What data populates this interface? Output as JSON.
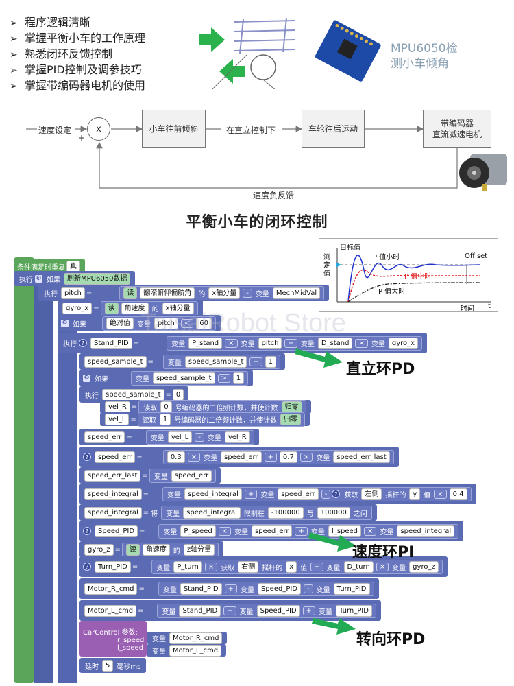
{
  "bullets": [
    "程序逻辑清晰",
    "掌握平衡小车的工作原理",
    "熟悉闭环反馈控制",
    "掌握PID控制及调参技巧",
    "掌握带编码器电机的使用"
  ],
  "bullet_marker": "➢",
  "mpu_text_line1": "MPU6050检",
  "mpu_text_line2": "测小车倾角",
  "diagram": {
    "input_label": "速度设定",
    "sum_symbol": "x",
    "plus": "+",
    "minus": "-",
    "box1": "小车往前倾斜",
    "edge1": "在直立控制下",
    "box2": "车轮往后运动",
    "box3_line1": "带编码器",
    "box3_line2": "直流减速电机",
    "feedback": "速度负反馈"
  },
  "title": "平衡小车的闭环控制",
  "inset": {
    "target": "目标值",
    "y_label": "测\n定\n值",
    "p_small": "P 值小时",
    "p_mid": "P 值中时",
    "p_large": "P 值大时",
    "offset": "Off set",
    "x_label": "时间",
    "t": "t"
  },
  "watermark": "TaisaiRobot Store",
  "callouts": {
    "upright": "直立环PD",
    "speed": "速度环PI",
    "turn": "转向环PD"
  },
  "program": {
    "loop": "条件满足时重复",
    "loop_true": "真",
    "exec": "执行",
    "if": "如果",
    "refresh": "刷新MPU6050数据",
    "pitch": "pitch",
    "eq": "=",
    "read": "读",
    "pitch_src": "翻滚俯仰偏航角",
    "of": "的",
    "x_comp": "x轴分量",
    "minus": "-",
    "var": "变量",
    "mech_mid": "MechMidVal",
    "gyro_x": "gyro_x",
    "ang_vel": "角速度",
    "abs": "绝对值",
    "lt": "<",
    "sixty": "60",
    "stand_pid": "Stand_PID",
    "p_stand": "P_stand",
    "times": "×",
    "plus": "+",
    "d_stand": "D_stand",
    "speed_sample_t": "speed_sample_t",
    "one": "1",
    "gt": ">",
    "zero": "0",
    "vel_r": "vel_R",
    "vel_l": "vel_L",
    "read_enc0_a": "读取",
    "enc0": "0",
    "enc1": "1",
    "enc_text": "号编码器的二倍频计数，并使计数",
    "reset": "归零",
    "speed_err": "speed_err",
    "c03": "0.3",
    "c07": "0.7",
    "speed_err_last": "speed_err_last",
    "speed_integral": "speed_integral",
    "get": "获取",
    "left": "左侧",
    "stick_of": "摇杆的",
    "y": "y",
    "value": "值",
    "c04": "0.4",
    "set_to": "将",
    "limit": "限制在",
    "neg100k": "-100000",
    "and": "与",
    "pos100k": "100000",
    "between": "之间",
    "speed_pid": "Speed_PID",
    "p_speed": "P_speed",
    "i_speed": "I_speed",
    "gyro_z": "gyro_z",
    "z_comp": "z轴分量",
    "turn_pid": "Turn_PID",
    "p_turn": "P_turn",
    "right": "右侧",
    "x": "x",
    "d_turn": "D_turn",
    "motor_r": "Motor_R_cmd",
    "motor_l": "Motor_L_cmd",
    "car_control": "CarControl",
    "params": "参数:",
    "r_speed": "r_speed",
    "l_speed": "l_speed",
    "delay": "延时",
    "five": "5",
    "ms": "毫秒ms"
  }
}
